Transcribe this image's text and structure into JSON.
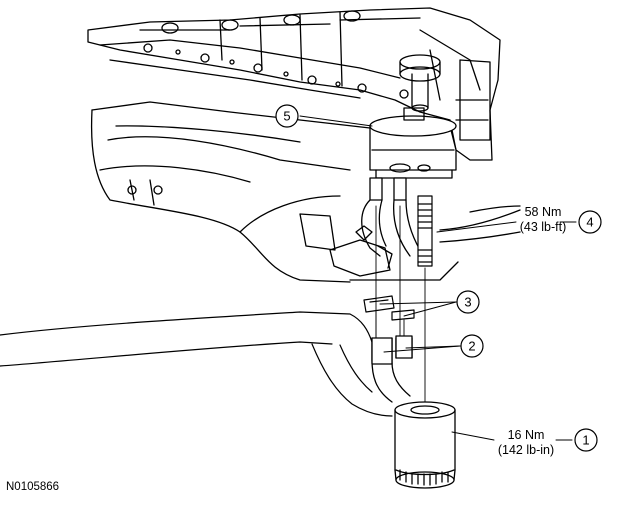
{
  "figure_id": "N0105866",
  "callouts": {
    "c1": {
      "number": "1",
      "torque_nm": "16 Nm",
      "torque_imperial": "(142 lb-in)"
    },
    "c2": {
      "number": "2"
    },
    "c3": {
      "number": "3"
    },
    "c4": {
      "number": "4",
      "torque_nm": "58 Nm",
      "torque_imperial": "(43 lb-ft)"
    },
    "c5": {
      "number": "5"
    }
  },
  "parts": {
    "engine": "engine-block",
    "subframe": "subframe",
    "oil_filter_adapter": "oil-filter-adapter",
    "oil_cooler_tubes": "oil-cooler-tubes",
    "gaskets": "o-ring-seals",
    "clamps": "tube-clamps",
    "stud": "adapter-stud",
    "oil_filter": "oil-filter"
  }
}
